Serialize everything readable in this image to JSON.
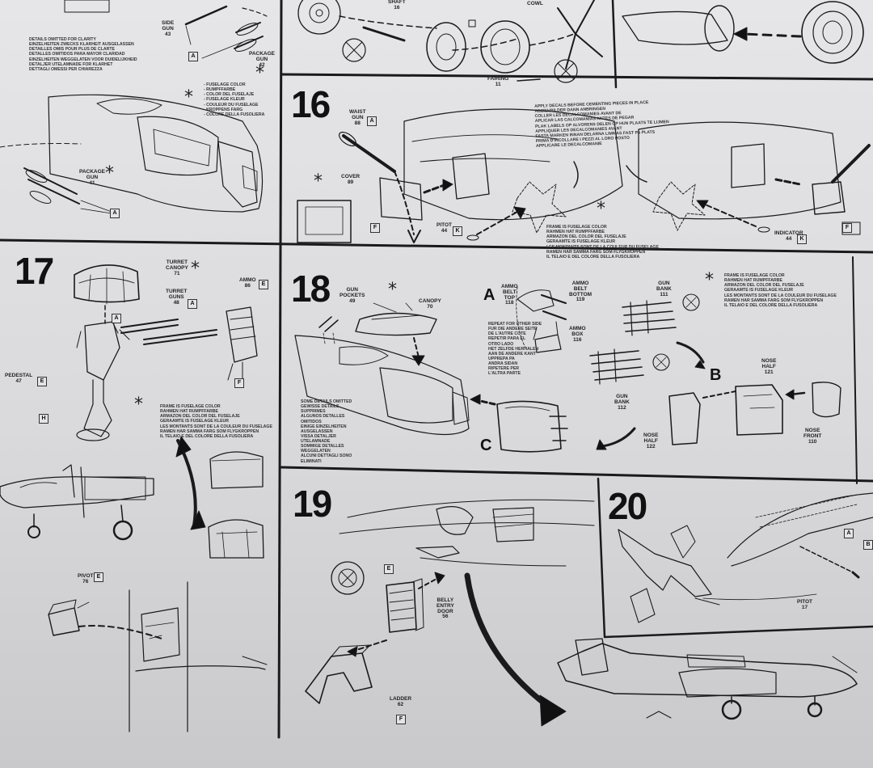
{
  "steps": {
    "s16": "16",
    "s17": "17",
    "s18": "18",
    "s19": "19",
    "s20": "20"
  },
  "labels": {
    "side_gun": "SIDE\nGUN\n43",
    "package_gun_42": "PACKAGE\nGUN\n42",
    "package_gun_41": "PACKAGE\nGUN\n41",
    "shaft": "SHAFT\n16",
    "cowl": "COWL",
    "fairing": "FAIRING\n11",
    "waist_gun": "WAIST\nGUN\n88",
    "cover": "COVER\n89",
    "pitot_44": "PITOT\n44",
    "indicator": "INDICATOR\n44",
    "turret_canopy": "TURRET\nCANOPY\n71",
    "turret_guns": "TURRET\nGUNS\n48",
    "ammo_86": "AMMO\n86",
    "pedestal": "PEDESTAL\n47",
    "pivot": "PIVOT\n76",
    "gun_pockets": "GUN\nPOCKETS\n49",
    "canopy_70": "CANOPY\n70",
    "ammo_belt_top": "AMMO\nBELT\nTOP\n118",
    "ammo_belt_bottom": "AMMO\nBELT\nBOTTOM\n119",
    "ammo_box": "AMMO\nBOX\n116",
    "gun_bank_111": "GUN\nBANK\n111",
    "gun_bank_112": "GUN\nBANK\n112",
    "nose_half_121": "NOSE\nHALF\n121",
    "nose_half_122": "NOSE\nHALF\n122",
    "nose_front": "NOSE\nFRONT\n110",
    "belly_door": "BELLY\nENTRY\nDOOR\n56",
    "ladder": "LADDER\n62",
    "pitot_17": "PITOT\n17"
  },
  "sub_markers": {
    "a": "A",
    "b": "B",
    "c": "C"
  },
  "boxes": [
    "A",
    "B",
    "E",
    "F",
    "H",
    "K"
  ],
  "notes": {
    "detail_omitted": "DETAILS OMITTED FOR CLARITY\nEINZELHEITEN ZWECKS KLARHEIT AUSGELASSEN\nDETAILLES OMIS POUR PLUS DE CLARTE\nDETALLES OMITIDOS PARA MAYOR CLARIDAD\nEINZELHEITEN WEGGELATEN VOOR DUIDELIJKHEID\nDETALJER UTELAMNADE FOR KLARHET\nDETTAGLI OMESSI PER CHIAREZZA",
    "fuselage_color": "- FUSELAGE COLOR\n- RUMPFFARBE\n- COLOR DEL FUSELAJE\n- FUSELAGE KLEUR\n- COULEUR DU FUSELAGE\n- KROPPENS FARG\n- COLORE DELLA FUSOLIERA",
    "decals": "APPLY DECALS BEFORE CEMENTING PIECES IN PLACE\nABZIEHBILDER DANN ANBRINGEN\nCOLLER LES DECALCOMANIES AVANT DE\nAPLICAR LAS CALCOMANIAS ANTES DE PEGAR\nPLAK LABELS OP ALVORENS DELEN OP HUN PLAATS TE LIJMEN\nAPPLIQUER LES DECALCOMANIES AVANT\nFASTA MARKEN INNAN DELARNA LIMMAS FAST PA PLATS\nPRIMA D'INCOLLARE I PEZZI AL LORO POSTO\nAPPLICARE LE DECALCOMANIE",
    "frame_color": "FRAME IS FUSELAGE COLOR\nRAHMEN HAT RUMPFFARBE\nARMAZON DEL COLOR DEL FUSELAJE\nGERAAMTE IS FUSELAGE KLEUR\nLES MONTANTS SONT DE LA COULEUR DU FUSELAGE\nRAMEN HAR SAMMA FARG SOM FLYGKROPPEN\nIL TELAIO E DEL COLORE DELLA FUSOLIERA",
    "some_details": "SOME DETAILS OMITTED\nGEWISSE DETAILS\nSUPPRIMES\nALGUNOS DETALLES\nOMITIDOS\nEINIGE EINZELHEITEN\nAUSGELASSEN\nVISSA DETALJER\nUTELAMNADE\nSOMMIGE DETALLES\nWEGGELATEN\nALCUNI DETTAGLI SONO\nELIMINATI",
    "repeat": "REPEAT FOR OTHER SIDE\nFUR DIE ANDERE SEITE\nDE L'AUTRE COTE\nREPETIR PARA EL\nOTRO LADO\nHET ZELFDE HERHALEN\nAAN DE ANDERE KANT\nUPPREPA PA\nANDRA SIDAN\nRIPETERE PER\nL'ALTRA PARTE"
  },
  "asterisk": "*",
  "colors": {
    "paper": "#e2e2e4",
    "ink": "#111111",
    "line": "#222222"
  }
}
